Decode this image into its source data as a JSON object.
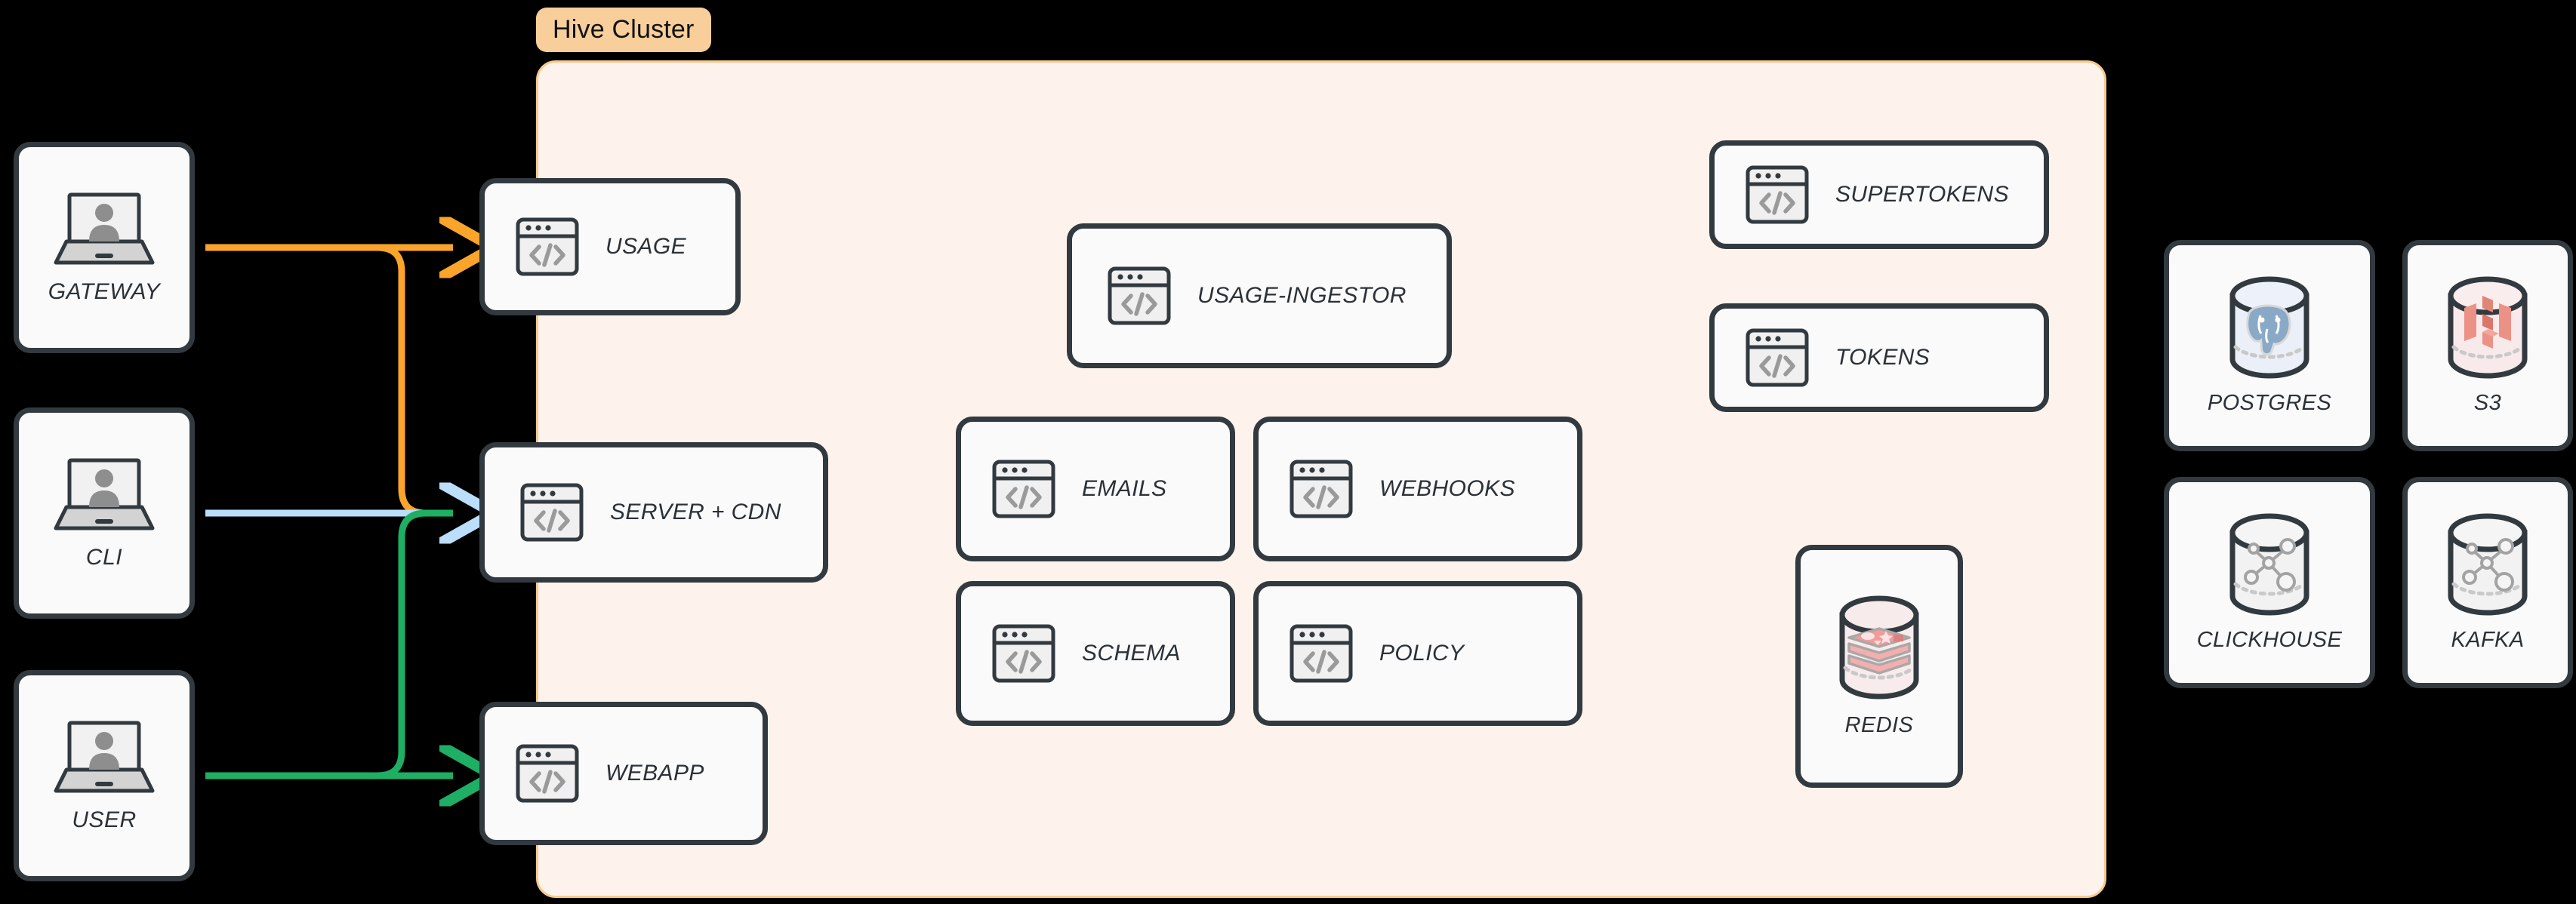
{
  "diagram": {
    "title": "Hive Cluster",
    "background": "#000000",
    "cluster_background": "#FDF3EC",
    "cluster_border": "#F6C98C",
    "badge_background": "#F8CE9A",
    "card_border": "#323A40",
    "card_background": "#FAFAFA"
  },
  "actors": [
    {
      "id": "gateway",
      "label": "GATEWAY",
      "icon": "laptop-user-icon"
    },
    {
      "id": "cli",
      "label": "CLI",
      "icon": "laptop-user-icon"
    },
    {
      "id": "user",
      "label": "USER",
      "icon": "laptop-user-icon"
    }
  ],
  "edge_services": [
    {
      "id": "usage",
      "label": "USAGE",
      "icon": "code-window-icon"
    },
    {
      "id": "server-cdn",
      "label": "SERVER + CDN",
      "icon": "code-window-icon"
    },
    {
      "id": "webapp",
      "label": "WEBAPP",
      "icon": "code-window-icon"
    }
  ],
  "core_services": [
    {
      "id": "usage-ingestor",
      "label": "USAGE-INGESTOR",
      "icon": "code-window-icon"
    },
    {
      "id": "emails",
      "label": "EMAILS",
      "icon": "code-window-icon"
    },
    {
      "id": "webhooks",
      "label": "WEBHOOKS",
      "icon": "code-window-icon"
    },
    {
      "id": "schema",
      "label": "SCHEMA",
      "icon": "code-window-icon"
    },
    {
      "id": "policy",
      "label": "POLICY",
      "icon": "code-window-icon"
    }
  ],
  "auth_services": [
    {
      "id": "supertokens",
      "label": "SUPERTOKENS",
      "icon": "code-window-icon"
    },
    {
      "id": "tokens",
      "label": "TOKENS",
      "icon": "code-window-icon"
    }
  ],
  "cluster_datastores": [
    {
      "id": "redis",
      "label": "REDIS",
      "icon": "redis-cylinder-icon",
      "accent": "#F0A0A0"
    }
  ],
  "external_datastores": [
    {
      "id": "postgres",
      "label": "POSTGRES",
      "icon": "postgres-cylinder-icon",
      "accent": "#8AA9C6"
    },
    {
      "id": "s3",
      "label": "S3",
      "icon": "s3-cylinder-icon",
      "accent": "#E88F80"
    },
    {
      "id": "clickhouse",
      "label": "CLICKHOUSE",
      "icon": "network-cylinder-icon",
      "accent": "#A6A6A6"
    },
    {
      "id": "kafka",
      "label": "KAFKA",
      "icon": "network-cylinder-icon",
      "accent": "#A6A6A6"
    }
  ],
  "connections": [
    {
      "id": "gateway-to-usage",
      "from": "GATEWAY",
      "to": "USAGE",
      "color": "#FBA42B"
    },
    {
      "id": "gateway-to-server-cdn",
      "from": "GATEWAY",
      "to": "SERVER + CDN",
      "color": "#FBA42B"
    },
    {
      "id": "cli-to-server-cdn",
      "from": "CLI",
      "to": "SERVER + CDN",
      "color": "#BBDEFB"
    },
    {
      "id": "user-to-server-cdn",
      "from": "USER",
      "to": "SERVER + CDN",
      "color": "#1EAE64"
    },
    {
      "id": "user-to-webapp",
      "from": "USER",
      "to": "WEBAPP",
      "color": "#1EAE64"
    }
  ]
}
